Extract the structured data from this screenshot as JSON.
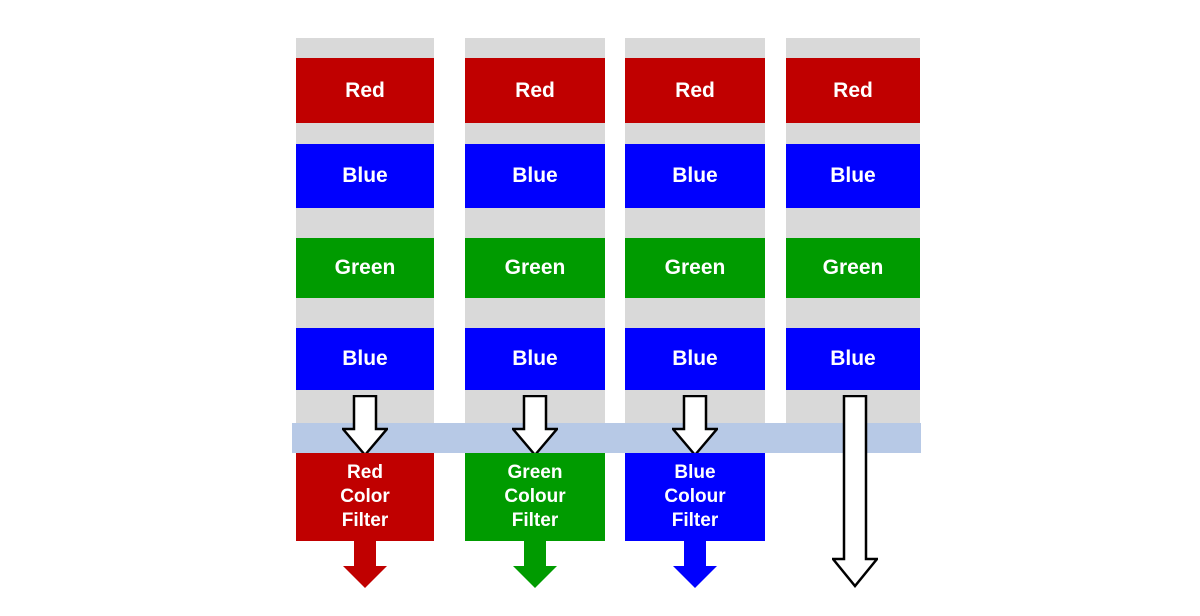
{
  "colors": {
    "red": "#c00000",
    "green": "#009b00",
    "blue": "#0000fe",
    "gray": "#d9d9d9",
    "band": "#b7c9e6",
    "arrow_fill": "#ffffff",
    "arrow_outline": "#000000"
  },
  "columns": [
    {
      "cells": [
        {
          "label": "Red"
        },
        {
          "label": "Blue"
        },
        {
          "label": "Green"
        },
        {
          "label": "Blue"
        }
      ],
      "filter": {
        "label": "Red\nColor\nFilter"
      }
    },
    {
      "cells": [
        {
          "label": "Red"
        },
        {
          "label": "Blue"
        },
        {
          "label": "Green"
        },
        {
          "label": "Blue"
        }
      ],
      "filter": {
        "label": "Green\nColour\nFilter"
      }
    },
    {
      "cells": [
        {
          "label": "Red"
        },
        {
          "label": "Blue"
        },
        {
          "label": "Green"
        },
        {
          "label": "Blue"
        }
      ],
      "filter": {
        "label": "Blue\nColour\nFilter"
      }
    },
    {
      "cells": [
        {
          "label": "Red"
        },
        {
          "label": "Blue"
        },
        {
          "label": "Green"
        },
        {
          "label": "Blue"
        }
      ]
    }
  ]
}
